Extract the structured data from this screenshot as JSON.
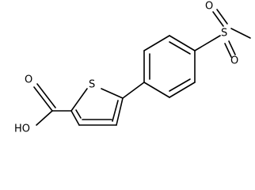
{
  "molecule": {
    "atoms": {
      "sulfonyl_s": "S",
      "sulfonyl_o_top": "O",
      "sulfonyl_o_bottom": "O",
      "thiophene_s": "S",
      "carboxyl_oh": "HO",
      "carboxyl_o": "O"
    },
    "colors": {
      "bond": "#000000",
      "label": "#000000",
      "background": "#ffffff"
    }
  }
}
